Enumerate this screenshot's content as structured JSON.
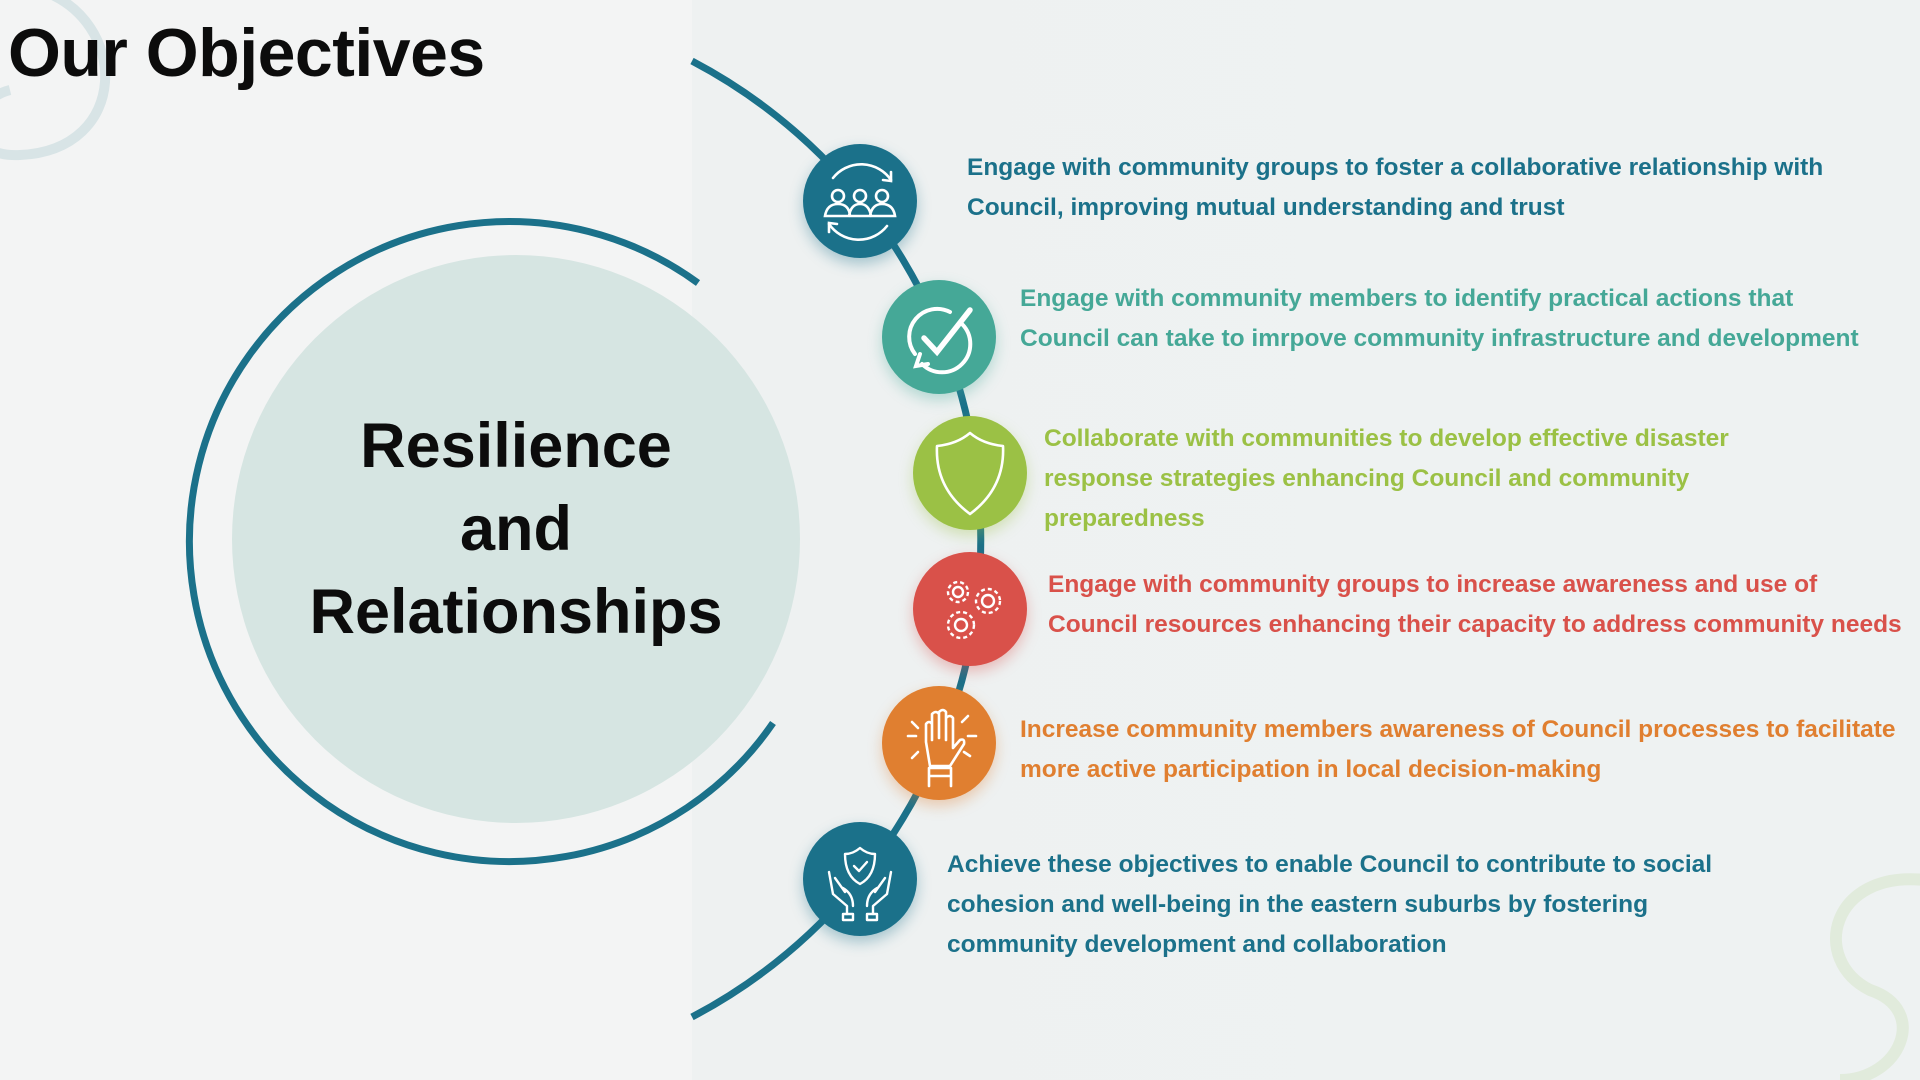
{
  "title": "Our Objectives",
  "center": {
    "line1": "Resilience",
    "line2": "and",
    "line3": "Relationships"
  },
  "colors": {
    "teal": "#1b718a",
    "sea_green": "#45a897",
    "lime": "#9bc145",
    "red": "#d9514a",
    "orange": "#e07f30"
  },
  "objectives": [
    {
      "icon": "people-cycle-icon",
      "color": "#1b718a",
      "text": "Engage with community groups to foster a collaborative relationship with Council, improving mutual understanding and trust"
    },
    {
      "icon": "check-cycle-icon",
      "color": "#45a897",
      "text": "Engage with community members to identify practical actions that Council can take to imrpove community infrastructure and development"
    },
    {
      "icon": "shield-icon",
      "color": "#9bc145",
      "text": "Collaborate with communities to develop effective disaster response strategies enhancing Council and community preparedness"
    },
    {
      "icon": "gears-icon",
      "color": "#d9514a",
      "text": "Engage with community groups to increase awareness and use of Council resources enhancing their capacity to address community needs"
    },
    {
      "icon": "raised-hand-icon",
      "color": "#e07f30",
      "text": "Increase community members awareness of Council processes to facilitate more active participation in local decision-making"
    },
    {
      "icon": "hands-shield-icon",
      "color": "#1b718a",
      "text": "Achieve these objectives to enable Council to contribute to social cohesion and well-being in the eastern suburbs by fostering community development and collaboration"
    }
  ]
}
